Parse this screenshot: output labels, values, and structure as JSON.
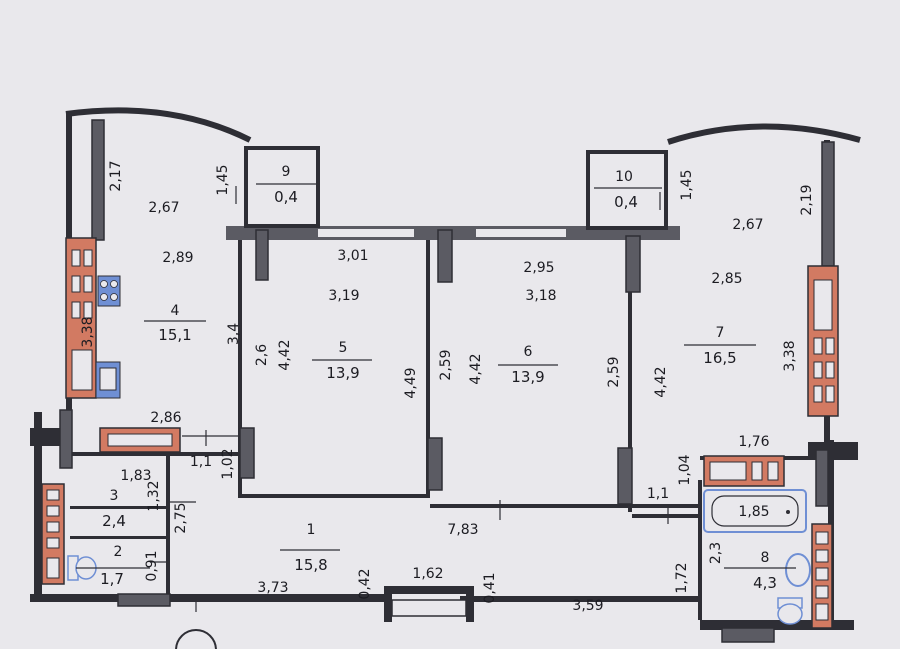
{
  "colors": {
    "paper": "#e9e8ec",
    "wall": "#2e2e35",
    "column": "#5b5b63",
    "ink": "#1c1c22",
    "kitchen_unit": "#d27a62",
    "plumbing": "#6f8fd4"
  },
  "rooms": [
    {
      "number": "1",
      "area": "15,8"
    },
    {
      "number": "2",
      "area": "1,7"
    },
    {
      "number": "3",
      "area": "2,4"
    },
    {
      "number": "4",
      "area": "15,1"
    },
    {
      "number": "5",
      "area": "13,9"
    },
    {
      "number": "6",
      "area": "13,9"
    },
    {
      "number": "7",
      "area": "16,5"
    },
    {
      "number": "8",
      "area": "4,3"
    },
    {
      "number": "9",
      "area": "0,4"
    },
    {
      "number": "10",
      "area": "0,4"
    }
  ],
  "dimensions": [
    "2,17",
    "2,67",
    "2,89",
    "3,38",
    "3,4",
    "2,86",
    "1,45",
    "3,01",
    "3,19",
    "2,6",
    "4,42",
    "4,49",
    "2,59",
    "4,42",
    "2,95",
    "3,18",
    "2,59",
    "4,42",
    "2,85",
    "2,67",
    "1,45",
    "2,19",
    "3,38",
    "1,76",
    "1,04",
    "1,1",
    "1,85",
    "2,3",
    "1,72",
    "7,83",
    "1,1",
    "1,02",
    "1,83",
    "1,32",
    "2,75",
    "0,91",
    "3,73",
    "0,42",
    "1,62",
    "0,41",
    "3,59"
  ],
  "fixture_icons": [
    "stove-icon",
    "sink-icon",
    "bathtub-icon",
    "washbasin-icon",
    "toilet-icon"
  ]
}
